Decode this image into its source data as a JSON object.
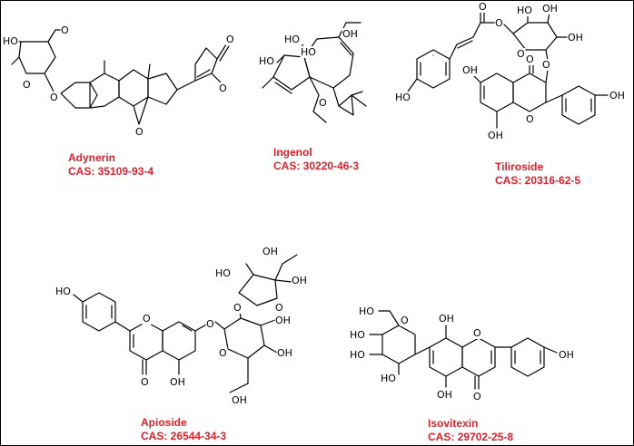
{
  "compounds": [
    {
      "name": "Adynerin",
      "cas": "CAS: 35109-93-4"
    },
    {
      "name": "Ingenol",
      "cas": "CAS: 30220-46-3"
    },
    {
      "name": "Tiliroside",
      "cas": "CAS:  20316-62-5"
    },
    {
      "name": "Apioside",
      "cas": "CAS: 26544-34-3"
    },
    {
      "name": "Isovitexin",
      "cas": "CAS: 29702-25-8"
    }
  ],
  "atom_labels": {
    "hydroxyl": "OH",
    "hydroxyl_left": "HO",
    "oxygen": "O"
  },
  "colors": {
    "caption": "#e0202a",
    "bonds": "#000000"
  }
}
